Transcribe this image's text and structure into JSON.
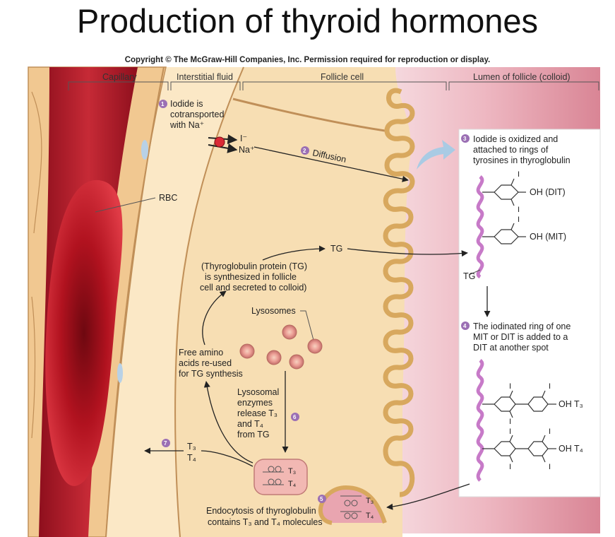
{
  "title": "Production of thyroid hormones",
  "copyright": "Copyright © The McGraw-Hill Companies, Inc. Permission required for reproduction or display.",
  "regions": {
    "capillary": "Capillary",
    "interstitial": "Interstitial fluid",
    "follicle_cell": "Follicle cell",
    "lumen": "Lumen of follicle (colloid)"
  },
  "rbc_label": "RBC",
  "step1": {
    "num": "1",
    "lines": [
      "Iodide is",
      "cotransported",
      "with Na⁺"
    ]
  },
  "ions": {
    "iodide": "I⁻",
    "sodium": "Na⁺"
  },
  "step2": {
    "num": "2",
    "label": "Diffusion"
  },
  "step3": {
    "num": "3",
    "lines": [
      "Iodide is oxidized and",
      "attached to rings of",
      "tyrosines in thyroglobulin"
    ]
  },
  "dit_label": "OH (DIT)",
  "mit_label": "OH (MIT)",
  "iodine_symbol": "I",
  "tg_label": "TG",
  "tg_text": [
    "(Thyroglobulin protein (TG)",
    "is synthesized in follicle",
    "cell and secreted to colloid)"
  ],
  "step4": {
    "num": "4",
    "lines": [
      "The iodinated ring of one",
      "MIT or DIT is added to a",
      "DIT at another spot"
    ]
  },
  "t3_label": "OH  T₃",
  "t4_label": "OH  T₄",
  "lysosomes_label": "Lysosomes",
  "free_amino": [
    "Free amino",
    "acids re-used",
    "for TG synthesis"
  ],
  "step6": {
    "num": "6",
    "lines": [
      "Lysosomal",
      "enzymes",
      "release T₃",
      "and T₄",
      "from TG"
    ]
  },
  "step7": {
    "num": "7",
    "lines": [
      "T₃",
      "T₄"
    ]
  },
  "step5": {
    "num": "5",
    "lines": [
      "Endocytosis of thyroglobulin",
      "contains T₃ and T₄ molecules"
    ]
  },
  "vesicle_labels": [
    "T₃",
    "T₄"
  ],
  "colors": {
    "vessel": "#b8192b",
    "cell": "#f6dcae",
    "colloid": "#e9a5b0",
    "badge": "#9b6fb4",
    "protein": "#c77ac8"
  }
}
